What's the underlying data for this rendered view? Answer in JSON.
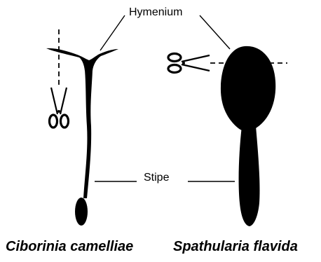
{
  "labels": {
    "hymenium": "Hymenium",
    "stipe": "Stipe"
  },
  "species": {
    "left": "Ciborinia camelliae",
    "right": "Spathularia flavida"
  },
  "colors": {
    "ink": "#000000",
    "background": "#ffffff"
  },
  "icons": [
    "scissors-icon",
    "scissors-icon"
  ]
}
